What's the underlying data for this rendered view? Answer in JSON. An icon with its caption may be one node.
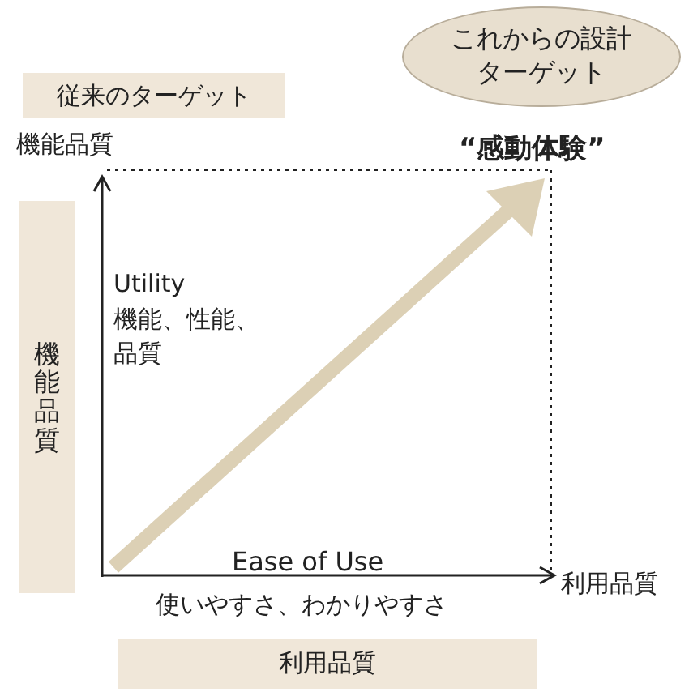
{
  "diagram": {
    "nodes": [
      {
        "text": [
          "従来のターゲット"
        ]
      },
      {
        "text": [
          "これからの設計ターゲット"
        ]
      },
      {
        "text": [
          "機能品質"
        ]
      },
      {
        "text": [
          "利用品質"
        ]
      }
    ],
    "labels": [
      "機能品質",
      "“感動体験”",
      "Utility",
      "機能、性能、品質",
      "Ease of Use",
      "使いやすさ、わかりやすさ",
      "利用品質"
    ]
  }
}
